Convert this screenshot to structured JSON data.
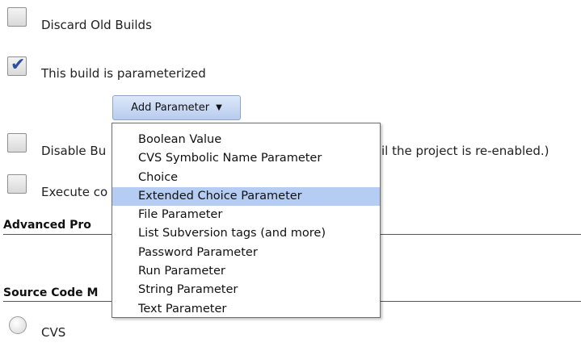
{
  "options": {
    "discard_old_builds": {
      "label": "Discard Old Builds",
      "checked": false
    },
    "parameterized": {
      "label": "This build is parameterized",
      "checked": true
    },
    "disable_build": {
      "label_left": "Disable Bu",
      "label_right": "il the project is re-enabled.)",
      "checked": false
    },
    "execute_concurrent": {
      "label": "Execute co",
      "checked": false
    }
  },
  "add_parameter_button": {
    "label": "Add Parameter",
    "caret": "▼"
  },
  "menu": {
    "items": [
      "Boolean Value",
      "CVS Symbolic Name Parameter",
      "Choice",
      "Extended Choice Parameter",
      "File Parameter",
      "List Subversion tags (and more)",
      "Password Parameter",
      "Run Parameter",
      "String Parameter",
      "Text Parameter"
    ],
    "highlighted_index": 3,
    "highlight_color": "#b6cdf3"
  },
  "sections": {
    "advanced": "Advanced Pro",
    "scm": "Source Code M"
  },
  "scm_options": [
    {
      "label": "CVS",
      "selected": false
    }
  ],
  "icons": {
    "checkmark": "check-icon",
    "caret": "chevron-down-icon"
  }
}
